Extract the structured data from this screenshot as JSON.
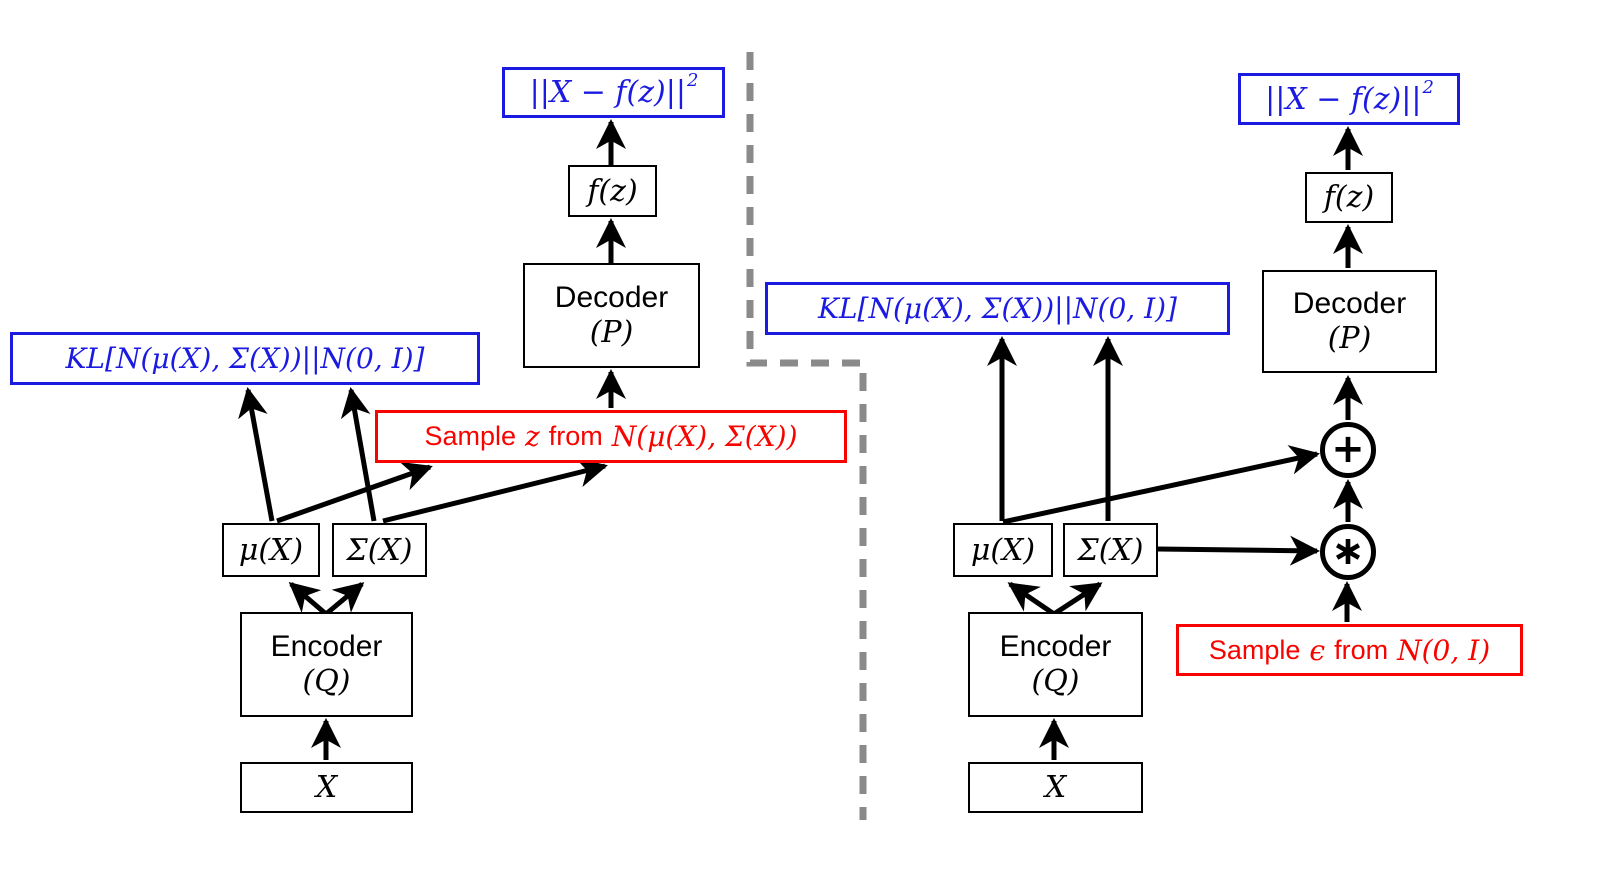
{
  "colors": {
    "formula_blue": "#1a1ae0",
    "annotation_red": "#f80400",
    "diagram_black": "#000000",
    "divider_gray": "#8a8a8a",
    "background": "#ffffff"
  },
  "left_diagram": {
    "loss_box": {
      "formula": "||X − f(z)||",
      "exponent": "2"
    },
    "fz_box": "f(z)",
    "decoder_box": {
      "title": "Decoder",
      "symbol": "(P)"
    },
    "kl_box": "KL[N(μ(X), Σ(X))||N(0, I)]",
    "sample_box": {
      "word1": "Sample",
      "variable": "z",
      "word2": "from",
      "distribution": "N(μ(X), Σ(X))"
    },
    "mu_box": "μ(X)",
    "sigma_box": "Σ(X)",
    "encoder_box": {
      "title": "Encoder",
      "symbol": "(Q)"
    },
    "input_box": "X"
  },
  "right_diagram": {
    "loss_box": {
      "formula": "||X − f(z)||",
      "exponent": "2"
    },
    "fz_box": "f(z)",
    "decoder_box": {
      "title": "Decoder",
      "symbol": "(P)"
    },
    "kl_box": "KL[N(μ(X), Σ(X))||N(0, I)]",
    "sample_box": {
      "word1": "Sample",
      "variable": "ϵ",
      "word2": "from",
      "distribution": "N(0, I)"
    },
    "mu_box": "μ(X)",
    "sigma_box": "Σ(X)",
    "encoder_box": {
      "title": "Encoder",
      "symbol": "(Q)"
    },
    "input_box": "X",
    "plus_node": "+",
    "multiply_node": "∗"
  }
}
